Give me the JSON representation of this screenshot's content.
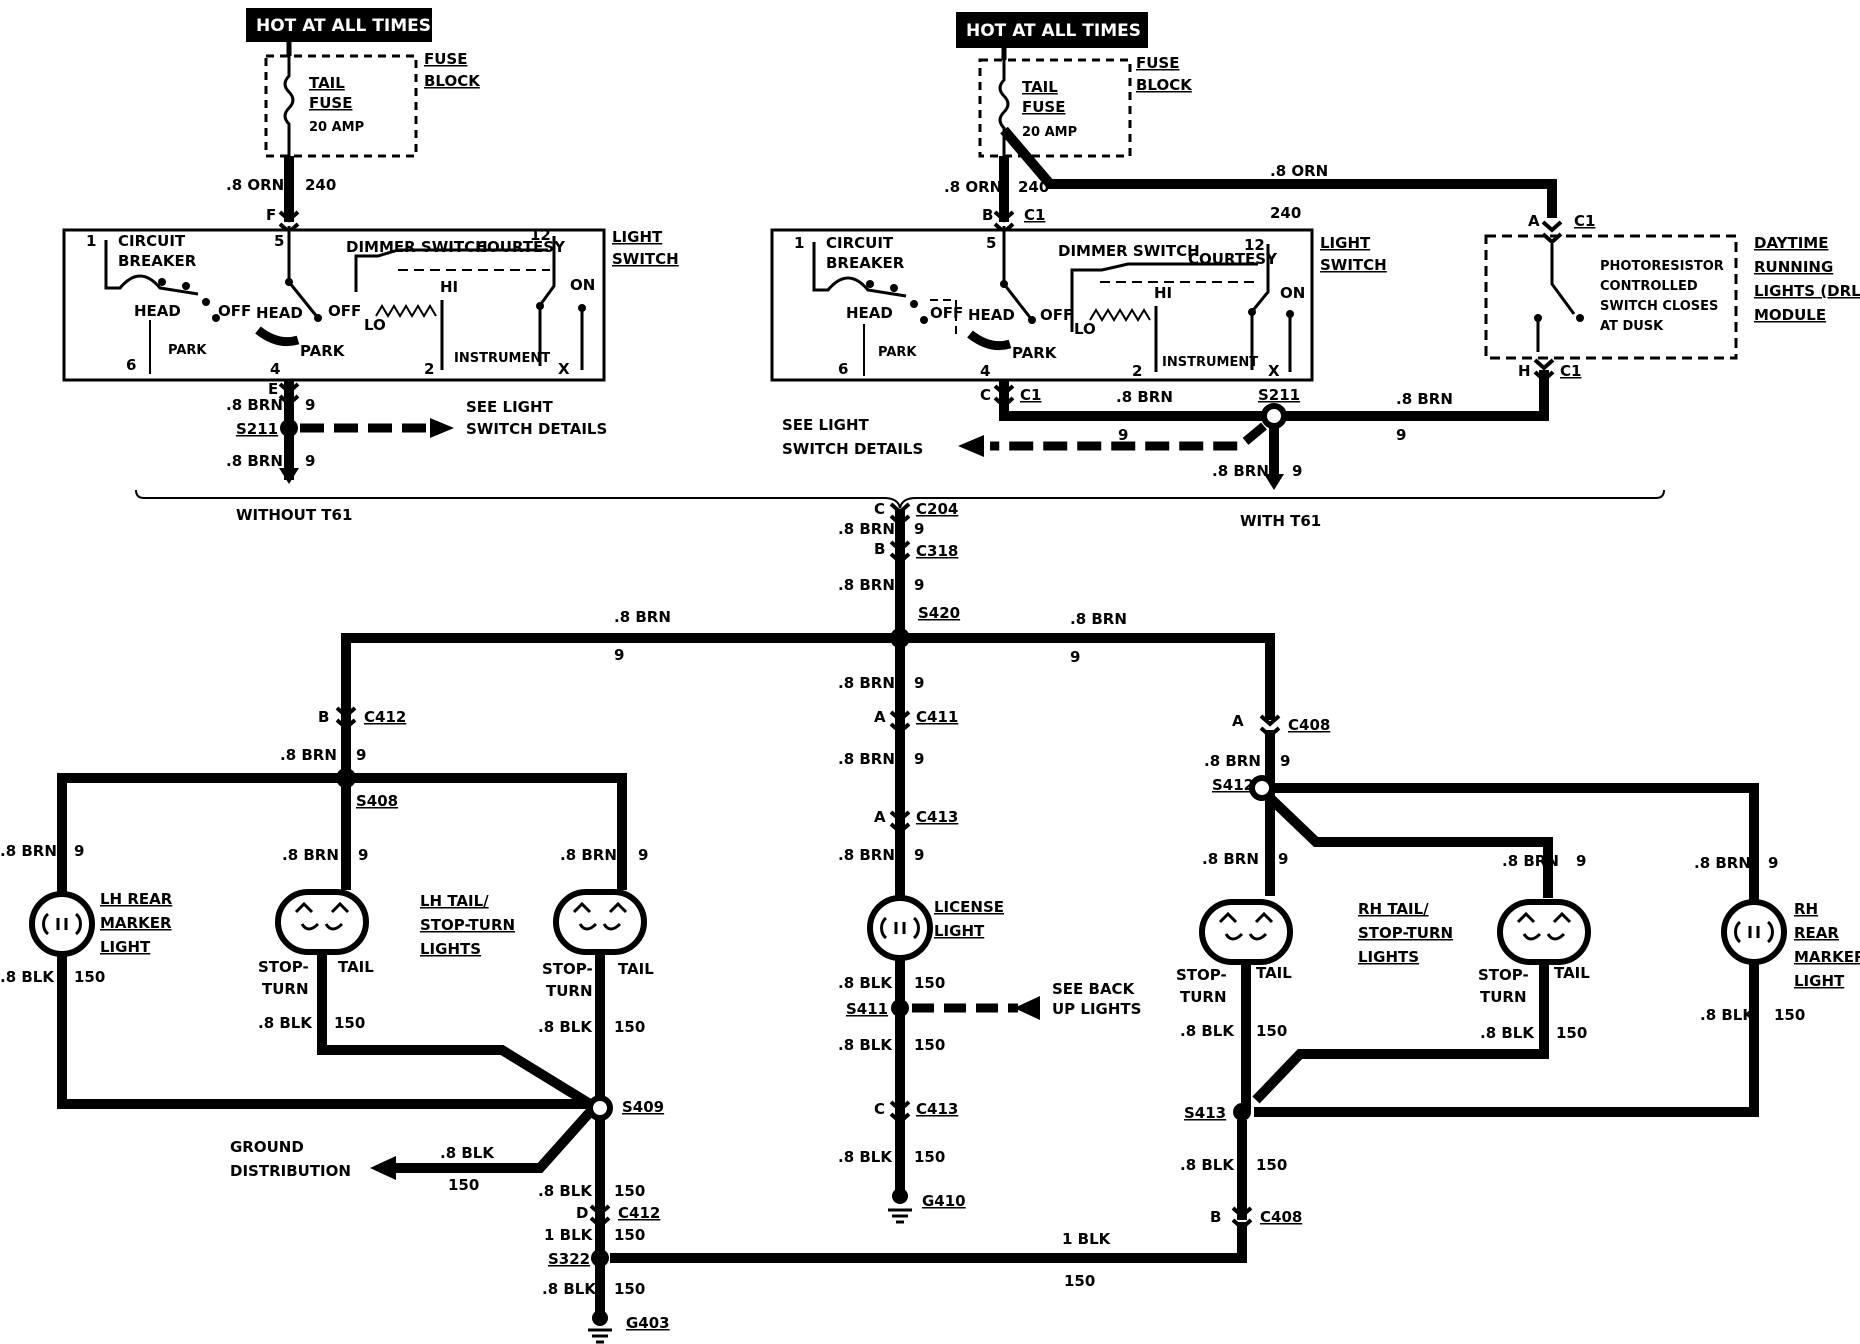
{
  "left": {
    "hot_label": "HOT AT ALL TIMES",
    "fuse_block": [
      "FUSE",
      "BLOCK"
    ],
    "fuse_text": [
      "TAIL",
      "FUSE",
      "20 AMP"
    ],
    "fuse_wire": ".8 ORN",
    "fuse_circuit": "240",
    "pin_f": "F",
    "light_switch": [
      "LIGHT",
      "SWITCH"
    ],
    "circuit_breaker": [
      "CIRCUIT",
      "BREAKER"
    ],
    "dimmer_switch": "DIMMER SWITCH",
    "courtesy": "COURTESY",
    "hi": "HI",
    "lo": "LO",
    "head1": "HEAD",
    "off1": "OFF",
    "head2": "HEAD",
    "off2": "OFF",
    "park1": "PARK",
    "park2": "PARK",
    "instrument": "INSTRUMENT",
    "on": "ON",
    "pins": [
      "1",
      "5",
      "12",
      "6",
      "4",
      "2",
      "X"
    ],
    "pin_e": "E",
    "wire_9a": ".8 BRN",
    "circuit_9a": "9",
    "splice": "S211",
    "see_details": [
      "SEE LIGHT",
      "SWITCH DETAILS"
    ],
    "wire_9b": ".8 BRN",
    "circuit_9b": "9",
    "option": "WITHOUT T61"
  },
  "right": {
    "hot_label": "HOT AT ALL TIMES",
    "fuse_block": [
      "FUSE",
      "BLOCK"
    ],
    "fuse_text": [
      "TAIL",
      "FUSE",
      "20 AMP"
    ],
    "fuse_wire": ".8 ORN",
    "fuse_circuit": "240",
    "pin_b": "B",
    "conn_c1": "C1",
    "orn_wire": ".8 ORN",
    "orn_circuit": "240",
    "light_switch": [
      "LIGHT",
      "SWITCH"
    ],
    "circuit_breaker": [
      "CIRCUIT",
      "BREAKER"
    ],
    "dimmer_switch": "DIMMER SWITCH",
    "courtesy": "COURTESY",
    "hi": "HI",
    "lo": "LO",
    "head1": "HEAD",
    "off1": "OFF",
    "head2": "HEAD",
    "off2": "OFF",
    "park1": "PARK",
    "park2": "PARK",
    "instrument": "INSTRUMENT",
    "on": "ON",
    "pins": [
      "1",
      "5",
      "12",
      "6",
      "4",
      "2",
      "X"
    ],
    "pin_c": "C",
    "conn_c1b": "C1",
    "brn_wire": ".8 BRN",
    "splice": "S211",
    "see_details": [
      "SEE LIGHT",
      "SWITCH DETAILS"
    ],
    "circuit_9": "9",
    "down_wire": ".8 BRN",
    "down_circuit": "9",
    "drl_wire": ".8 BRN",
    "drl_circuit": "9",
    "drl_pin_a": "A",
    "drl_c1a": "C1",
    "drl_pin_h": "H",
    "drl_c1b": "C1",
    "drl_text": [
      "PHOTORESISTOR",
      "CONTROLLED",
      "SWITCH CLOSES",
      "AT DUSK"
    ],
    "drl_module": [
      "DAYTIME",
      "RUNNING",
      "LIGHTS (DRL)",
      "MODULE"
    ],
    "option": "WITH T61"
  },
  "trunk": {
    "c204_pin": "C",
    "c204": "C204",
    "w1": ".8 BRN",
    "n1": "9",
    "c318_pin": "B",
    "c318": "C318",
    "w2": ".8 BRN",
    "n2": "9",
    "s420": "S420",
    "left_wire": ".8 BRN",
    "left_circ": "9",
    "right_wire": ".8 BRN",
    "right_circ": "9",
    "w3": ".8 BRN",
    "n3": "9",
    "c411_pin": "A",
    "c411": "C411",
    "w4": ".8 BRN",
    "n4": "9",
    "c413_pin": "A",
    "c413": "C413",
    "w5": ".8 BRN",
    "n5": "9",
    "license": [
      "LICENSE",
      "LIGHT"
    ],
    "w6": ".8 BLK",
    "n6": "150",
    "s411": "S411",
    "see_backup": [
      "SEE BACK",
      "UP LIGHTS"
    ],
    "w7": ".8 BLK",
    "n7": "150",
    "c413b_pin": "C",
    "c413b": "C413",
    "w8": ".8 BLK",
    "n8": "150",
    "g410": "G410"
  },
  "lh": {
    "c412_pin": "B",
    "c412": "C412",
    "w1": ".8 BRN",
    "n1": "9",
    "s408": "S408",
    "marker_wire": ".8 BRN",
    "marker_circ": "9",
    "marker": [
      "LH REAR",
      "MARKER",
      "LIGHT"
    ],
    "marker_gnd_wire": ".8 BLK",
    "marker_gnd_circ": "150",
    "mid_wire": ".8 BRN",
    "mid_circ": "9",
    "right_wire": ".8 BRN",
    "right_circ": "9",
    "tail_label": [
      "LH TAIL/",
      "STOP-TURN",
      "LIGHTS"
    ],
    "stop1": [
      "STOP-",
      "TURN"
    ],
    "tail1": "TAIL",
    "stop2": [
      "STOP-",
      "TURN"
    ],
    "tail2": "TAIL",
    "g1_wire": ".8 BLK",
    "g1_circ": "150",
    "g2_wire": ".8 BLK",
    "g2_circ": "150",
    "s409": "S409",
    "ground_dist": [
      "GROUND",
      "DISTRIBUTION"
    ],
    "gd_wire": ".8 BLK",
    "gd_circ": "150",
    "w_below": ".8 BLK",
    "n_below": "150",
    "c412b_pin": "D",
    "c412b": "C412",
    "w_s322": "1 BLK",
    "n_s322": "150",
    "s322": "S322",
    "w_g403": ".8 BLK",
    "n_g403": "150",
    "g403": "G403"
  },
  "rh": {
    "c408_pin": "A",
    "c408": "C408",
    "w1": ".8 BRN",
    "n1": "9",
    "s412": "S412",
    "left_wire": ".8 BRN",
    "left_circ": "9",
    "mid_wire": ".8 BRN",
    "mid_circ": "9",
    "marker_wire": ".8 BRN",
    "marker_circ": "9",
    "tail_label": [
      "RH TAIL/",
      "STOP-TURN",
      "LIGHTS"
    ],
    "stop1": [
      "STOP-",
      "TURN"
    ],
    "tail1": "TAIL",
    "stop2": [
      "STOP-",
      "TURN"
    ],
    "tail2": "TAIL",
    "marker": [
      "RH",
      "REAR",
      "MARKER",
      "LIGHT"
    ],
    "g1_wire": ".8 BLK",
    "g1_circ": "150",
    "g2_wire": ".8 BLK",
    "g2_circ": "150",
    "marker_gnd_wire": ".8 BLK",
    "marker_gnd_circ": "150",
    "s413": "S413",
    "w_below": ".8 BLK",
    "n_below": "150",
    "c408b_pin": "B",
    "c408b": "C408",
    "bottom_wire": "1 BLK",
    "bottom_circ": "150"
  }
}
